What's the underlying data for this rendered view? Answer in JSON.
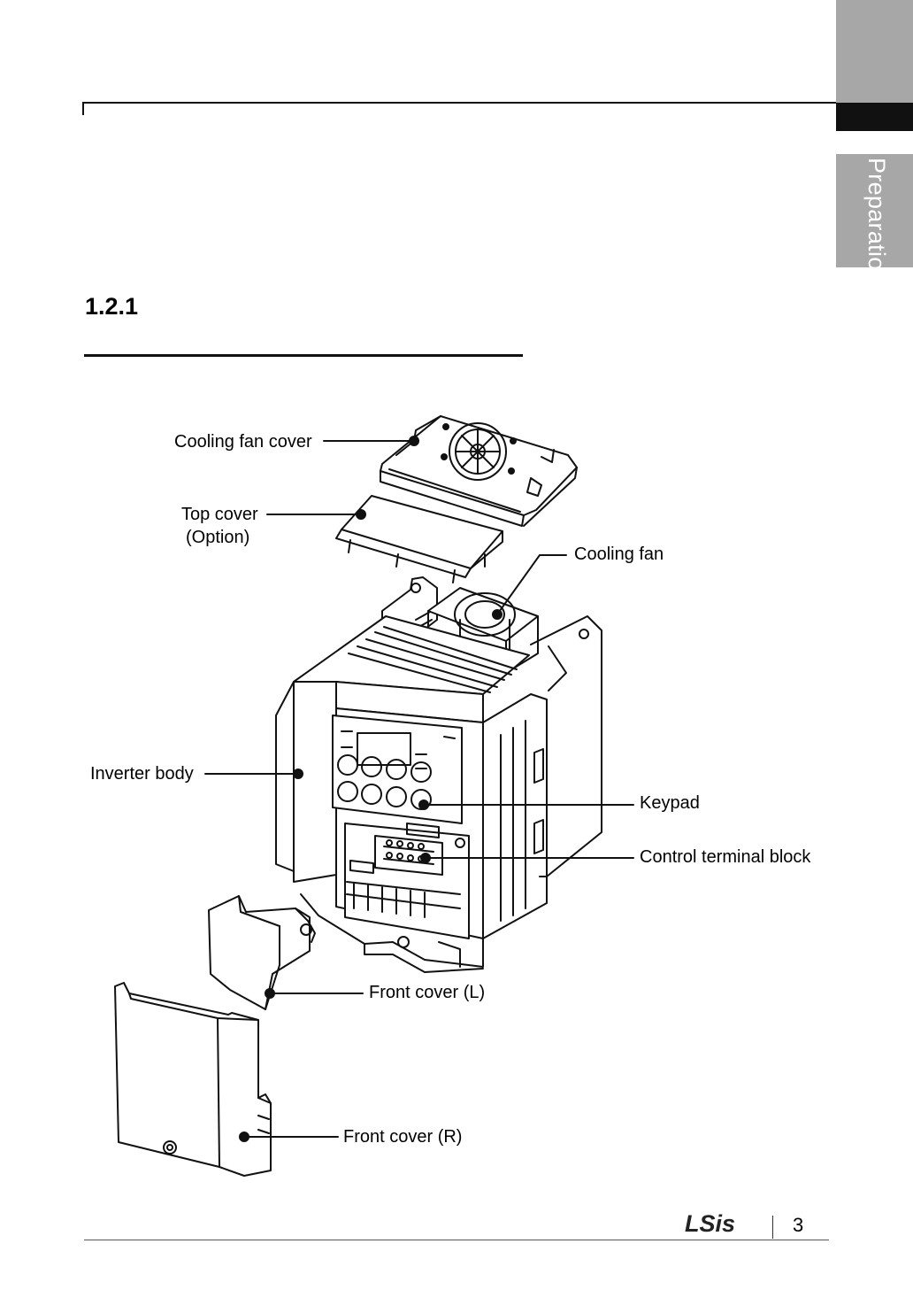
{
  "side_tab": {
    "label": "Preparation"
  },
  "section": {
    "number": "1.2.1"
  },
  "figure": {
    "labels": {
      "cooling_fan_cover": "Cooling fan cover",
      "top_cover": "Top cover",
      "top_cover_note": "(Option)",
      "cooling_fan": "Cooling fan",
      "inverter_body": "Inverter body",
      "keypad": "Keypad",
      "control_terminal_block": "Control terminal block",
      "front_cover_l": "Front cover (L)",
      "front_cover_r": "Front cover (R)"
    }
  },
  "footer": {
    "logo": "LSis",
    "page_number": "3"
  }
}
